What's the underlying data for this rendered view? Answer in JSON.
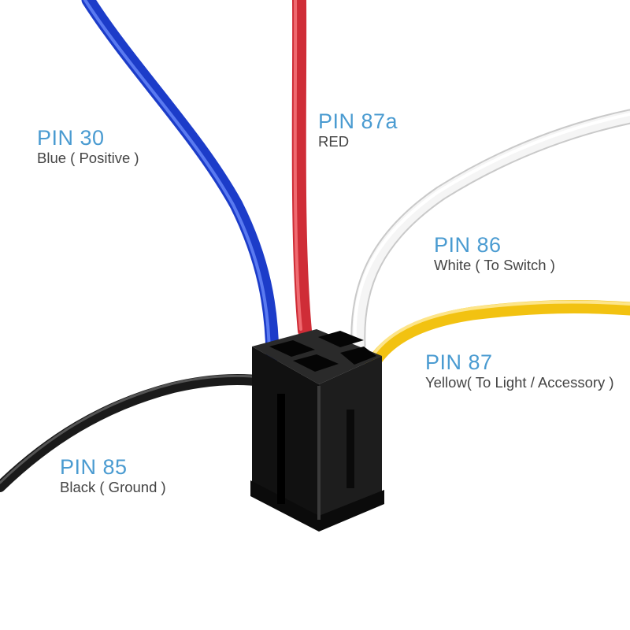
{
  "colors": {
    "label_title": "#4a9bd1",
    "label_desc": "#444444",
    "wire_blue": "#1f3fd0",
    "wire_red": "#d8313a",
    "wire_white": "#f4f4f4",
    "wire_yellow": "#f3c412",
    "wire_black": "#1a1a1a",
    "socket": "#141414"
  },
  "pins": [
    {
      "id": "30",
      "title": "PIN 30",
      "desc": "Blue ( Positive )",
      "wire_color": "blue"
    },
    {
      "id": "87a",
      "title": "PIN 87a",
      "desc": "RED",
      "wire_color": "red"
    },
    {
      "id": "86",
      "title": "PIN 86",
      "desc": "White ( To Switch )",
      "wire_color": "white"
    },
    {
      "id": "87",
      "title": "PIN 87",
      "desc": "Yellow( To Light / Accessory )",
      "wire_color": "yellow"
    },
    {
      "id": "85",
      "title": "PIN 85",
      "desc": "Black ( Ground )",
      "wire_color": "black"
    }
  ]
}
